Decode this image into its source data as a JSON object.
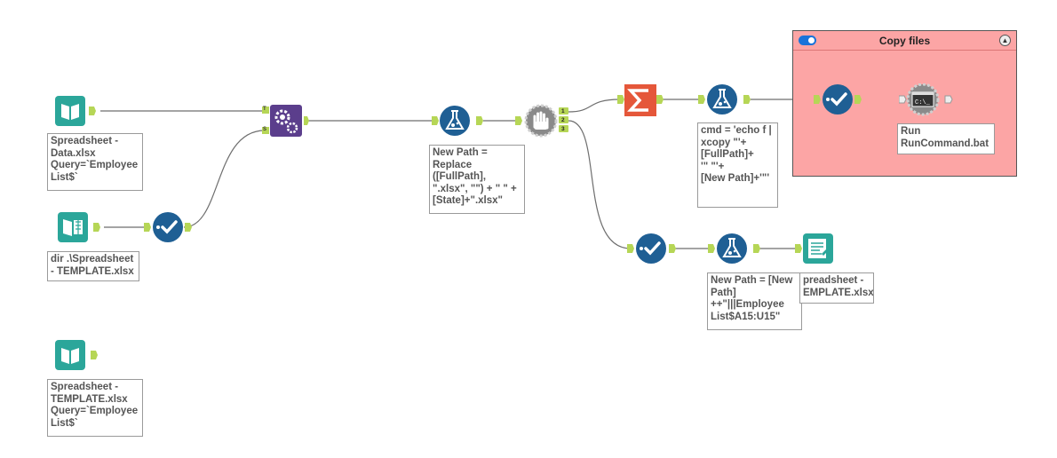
{
  "container": {
    "title": "Copy files",
    "collapse_glyph": "▲",
    "toggle_state": "on"
  },
  "annotations": {
    "input_data": "Spreadsheet -\nData.xlsx\nQuery=`Employee\nList$`",
    "directory": "dir .\\Spreadsheet\n- TEMPLATE.xlsx",
    "input_template": "Spreadsheet -\nTEMPLATE.xlsx\nQuery=`Employee\nList$`",
    "formula_new_path": "New Path =\nReplace\n([FullPath],\n\".xlsx\", \"\") + \" \" +\n[State]+\".xlsx\"",
    "formula_cmd": "cmd = 'echo f |\nxcopy \"'+\n[FullPath]+\n'\" \"'+\n[New Path]+'\"'",
    "run_command": "Run\nRunCommand.bat",
    "formula_new_path_2": "New Path = [New\nPath]\n++\"|||Employee\nList$A15:U15\"",
    "output": "preadsheet -\nEMPLATE.xlsx"
  },
  "anchors": {
    "append_targets": "T",
    "append_source": "S",
    "tile_1": "1",
    "tile_2": "2",
    "tile_3": "3"
  },
  "icons": {
    "input_data": "book-input-icon",
    "directory": "directory-icon",
    "select": "select-check-icon",
    "append_fields": "gears-icon",
    "formula": "flask-icon",
    "tile": "hand-stop-icon",
    "summarize": "sigma-icon",
    "run_command": "command-prompt-icon",
    "output": "output-document-icon"
  },
  "colors": {
    "input_teal": "#2ba69a",
    "tool_blue": "#1f5f94",
    "append_purple": "#5b3e8c",
    "tile_gray": "#8a8a8a",
    "sigma_orange": "#e5573a",
    "anchor_green": "#b6d656",
    "container_fill": "#fca5a5"
  }
}
